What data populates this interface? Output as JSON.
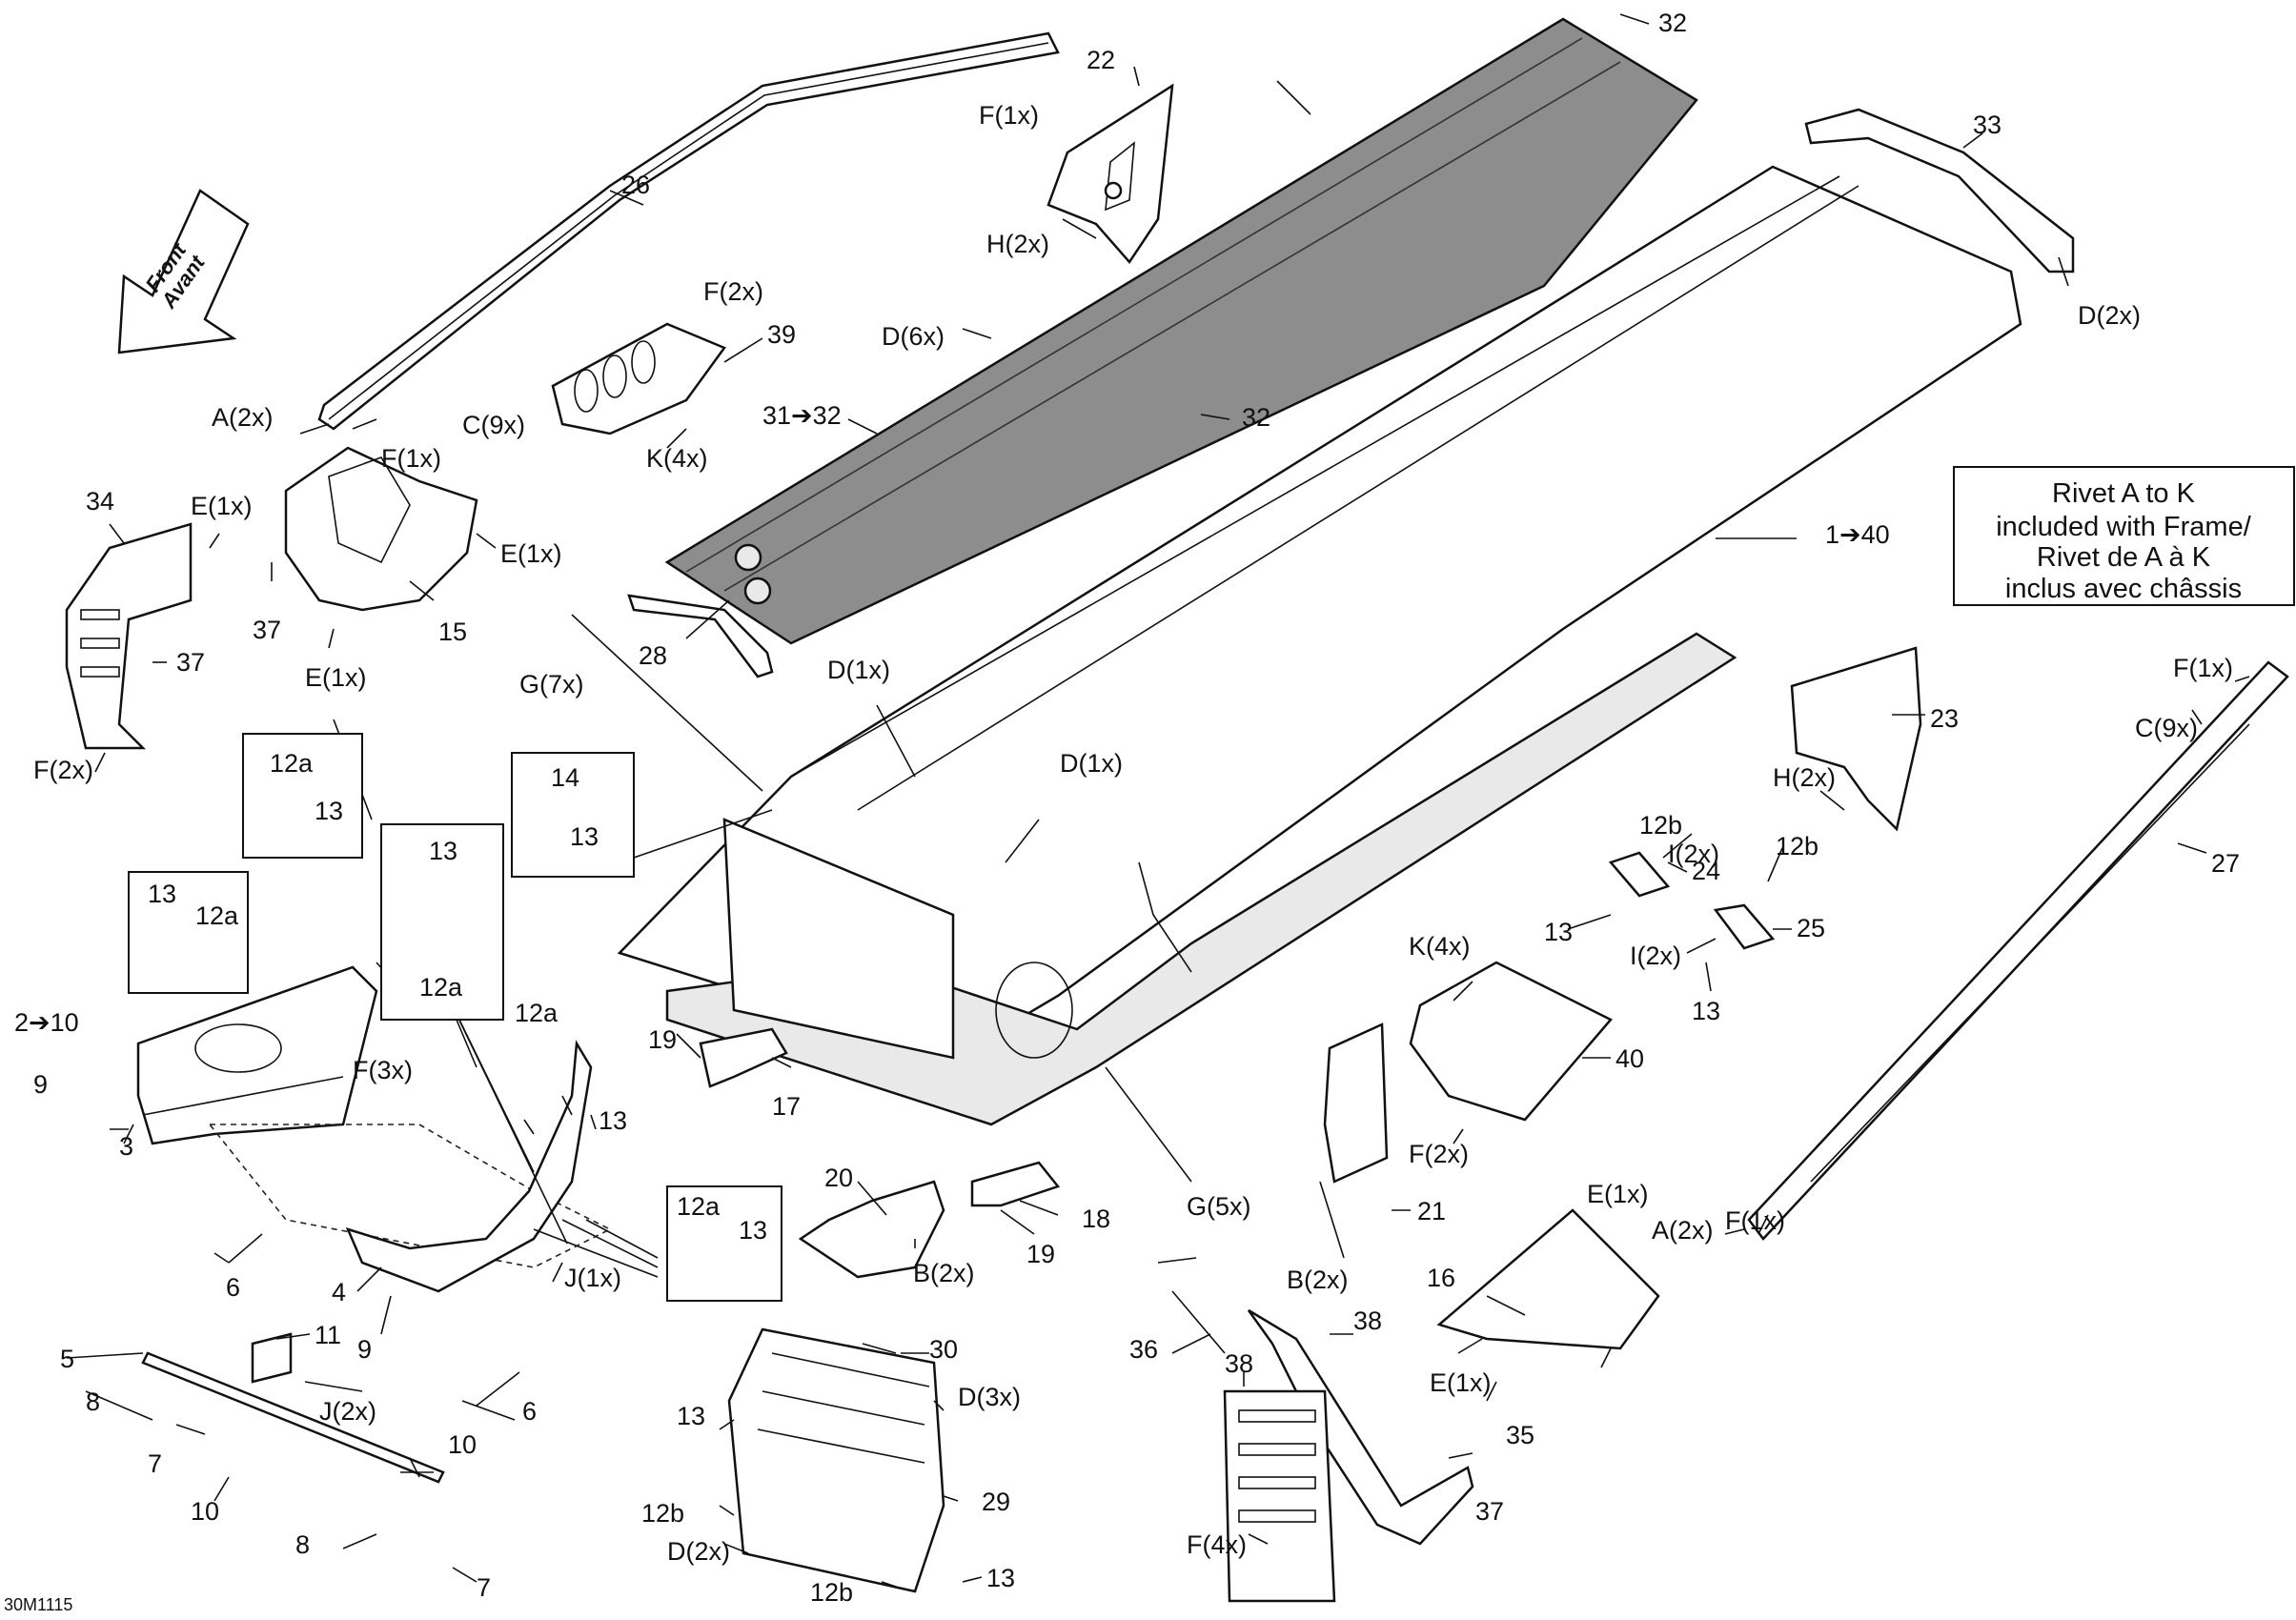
{
  "reference": "30M1115",
  "front_arrow": {
    "line1": "Front",
    "line2": "Avant"
  },
  "note": {
    "line1": "Rivet A to K",
    "line2": "included with Frame/",
    "line3": "Rivet de A à K",
    "line4": "inclus avec châssis"
  },
  "labels": {
    "l_26": "26",
    "l_22": "22",
    "l_32a": "32",
    "l_F1x_top": "F(1x)",
    "l_H2x_top": "H(2x)",
    "l_33": "33",
    "l_D2x_right": "D(2x)",
    "l_F2x_39": "F(2x)",
    "l_39": "39",
    "l_D6x": "D(6x)",
    "l_32b": "32",
    "l_31_32": "31➔32",
    "l_K4x_top": "K(4x)",
    "l_A2x_left": "A(2x)",
    "l_C9x_left": "C(9x)",
    "l_F1x_left": "F(1x)",
    "l_34": "34",
    "l_E1x_a": "E(1x)",
    "l_E1x_b": "E(1x)",
    "l_37_top": "37",
    "l_15": "15",
    "l_E1x_c": "E(1x)",
    "l_37_left": "37",
    "l_F2x_left": "F(2x)",
    "l_28": "28",
    "l_1_40": "1➔40",
    "l_G7x": "G(7x)",
    "l_D1x_a": "D(1x)",
    "l_D1x_b": "D(1x)",
    "l_14": "14",
    "l_13_box14": "13",
    "l_12a_box1": "12a",
    "l_13_box1": "13",
    "l_13_box2": "13",
    "l_12a_box2": "12a",
    "l_13_box3": "13",
    "l_12a_box3": "12a",
    "l_2_10": "2➔10",
    "l_9_left": "9",
    "l_3": "3",
    "l_F3x": "F(3x)",
    "l_12a_mid": "12a",
    "l_13_mid": "13",
    "l_4": "4",
    "l_6_left": "6",
    "l_9_bottom": "9",
    "l_J1x": "J(1x)",
    "l_12a_box4": "12a",
    "l_13_box4": "13",
    "l_6_right": "6",
    "l_5": "5",
    "l_11": "11",
    "l_8_top": "8",
    "l_J2x": "J(2x)",
    "l_7_left": "7",
    "l_10_right": "10",
    "l_10_left": "10",
    "l_8_bottom": "8",
    "l_7_bottom": "7",
    "l_19_a": "19",
    "l_17": "17",
    "l_20": "20",
    "l_B2x_a": "B(2x)",
    "l_18": "18",
    "l_19_b": "19",
    "l_G5x": "G(5x)",
    "l_30": "30",
    "l_13_rad": "13",
    "l_D3x": "D(3x)",
    "l_29": "29",
    "l_12b_rad": "12b",
    "l_D2x_rad": "D(2x)",
    "l_12b_bottom": "12b",
    "l_13_bottom": "13",
    "l_12b_a": "12b",
    "l_I2x_a": "I(2x)",
    "l_24": "24",
    "l_13_r1": "13",
    "l_12b_b": "12b",
    "l_25": "25",
    "l_I2x_b": "I(2x)",
    "l_13_r2": "13",
    "l_23": "23",
    "l_H2x_right": "H(2x)",
    "l_F1x_right": "F(1x)",
    "l_C9x_right": "C(9x)",
    "l_27": "27",
    "l_K4x_right": "K(4x)",
    "l_40": "40",
    "l_F2x_right": "F(2x)",
    "l_F1x_rb": "F(1x)",
    "l_A2x_right": "A(2x)",
    "l_B2x_b": "B(2x)",
    "l_21": "21",
    "l_E1x_d": "E(1x)",
    "l_16": "16",
    "l_E1x_e": "E(1x)",
    "l_36": "36",
    "l_38_a": "38",
    "l_38_b": "38",
    "l_35": "35",
    "l_37_bottom": "37",
    "l_F4x": "F(4x)"
  }
}
